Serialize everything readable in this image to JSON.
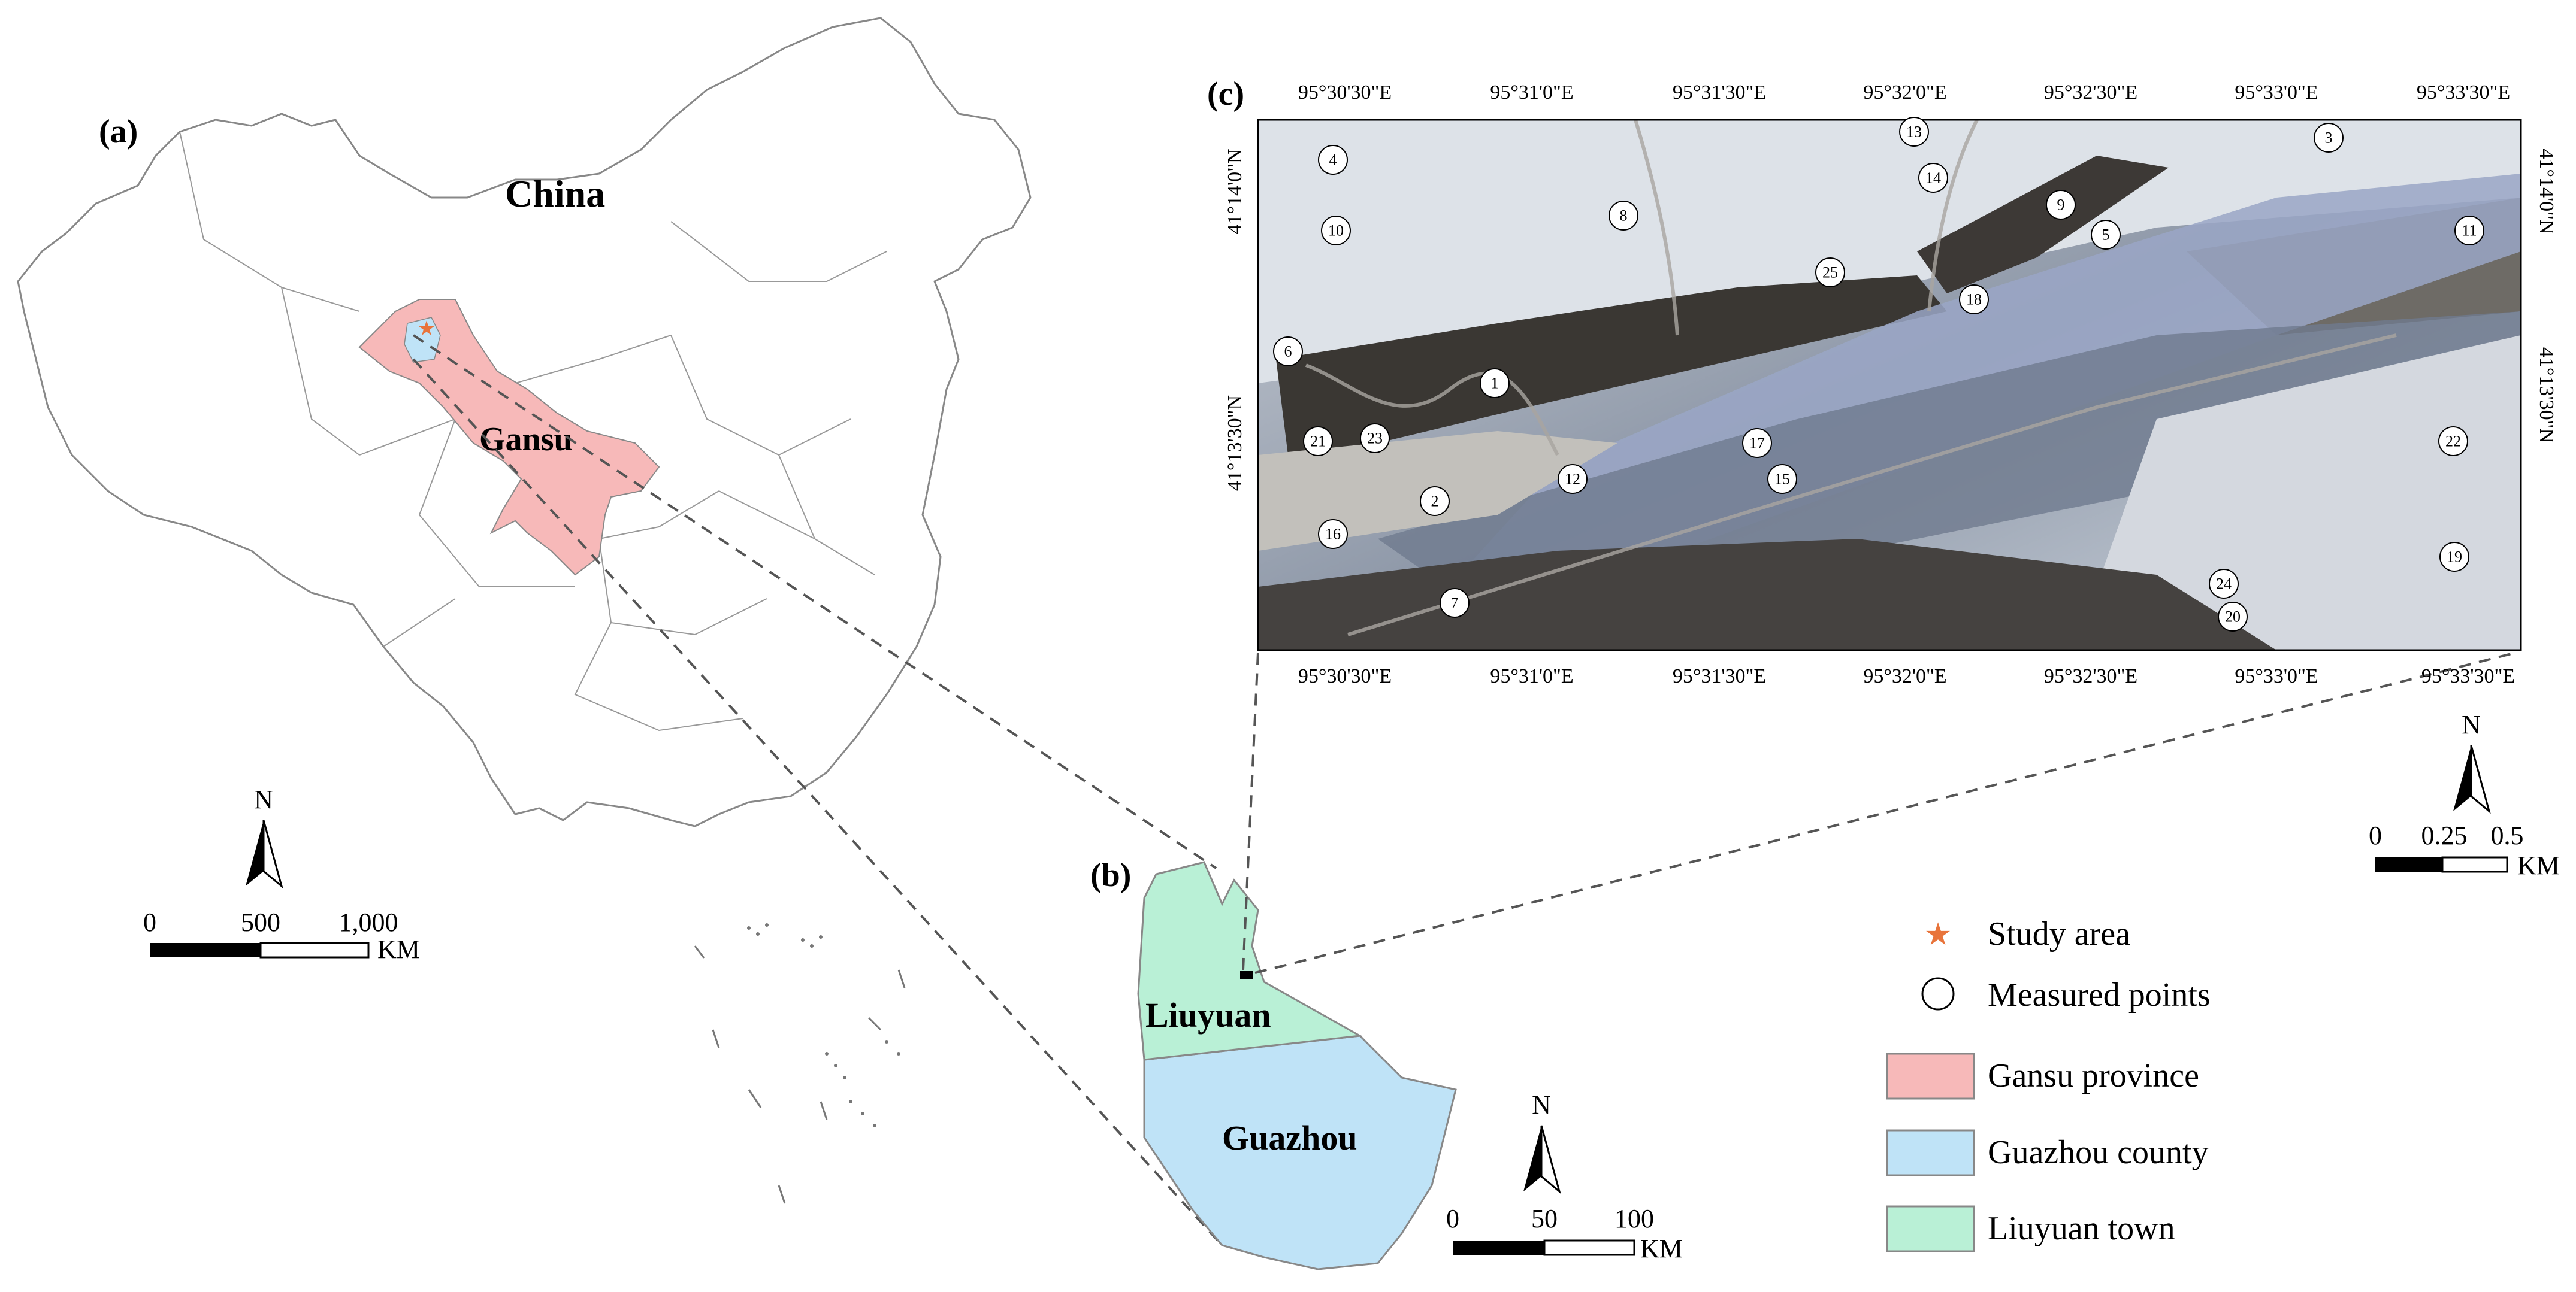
{
  "panels": {
    "a": {
      "tag": "(a)",
      "country_label": "China",
      "province_label": "Gansu",
      "scale": {
        "ticks": [
          "0",
          "500",
          "1,000"
        ],
        "unit": "KM"
      }
    },
    "b": {
      "tag": "(b)",
      "town_label": "Liuyuan",
      "county_label": "Guazhou",
      "scale": {
        "ticks": [
          "0",
          "50",
          "100"
        ],
        "unit": "KM"
      }
    },
    "c": {
      "tag": "(c)",
      "top_lon_labels": [
        "95°30'30\"E",
        "95°31'0\"E",
        "95°31'30\"E",
        "95°32'0\"E",
        "95°32'30\"E",
        "95°33'0\"E",
        "95°33'30\"E"
      ],
      "bottom_lon_labels": [
        "95°30'30\"E",
        "95°31'0\"E",
        "95°31'30\"E",
        "95°32'0\"E",
        "95°32'30\"E",
        "95°33'0\"E",
        "95°33'30\"E"
      ],
      "left_lat_labels": [
        "41°14'0\"N",
        "41°13'30\"N"
      ],
      "right_lat_labels": [
        "41°14'0\"N",
        "41°13'30\"N"
      ],
      "measured_points": [
        {
          "id": "1"
        },
        {
          "id": "2"
        },
        {
          "id": "3"
        },
        {
          "id": "4"
        },
        {
          "id": "5"
        },
        {
          "id": "6"
        },
        {
          "id": "7"
        },
        {
          "id": "8"
        },
        {
          "id": "9"
        },
        {
          "id": "10"
        },
        {
          "id": "11"
        },
        {
          "id": "12"
        },
        {
          "id": "13"
        },
        {
          "id": "14"
        },
        {
          "id": "15"
        },
        {
          "id": "16"
        },
        {
          "id": "17"
        },
        {
          "id": "18"
        },
        {
          "id": "19"
        },
        {
          "id": "20"
        },
        {
          "id": "21"
        },
        {
          "id": "22"
        },
        {
          "id": "23"
        },
        {
          "id": "24"
        },
        {
          "id": "25"
        }
      ],
      "scale": {
        "ticks": [
          "0",
          "0.25",
          "0.5"
        ],
        "unit": "KM"
      }
    }
  },
  "north_arrow_label": "N",
  "legend": [
    {
      "label": "Study area",
      "symbol": "star",
      "color": "#e8743b"
    },
    {
      "label": "Measured points",
      "symbol": "circle",
      "color": "#ffffff"
    },
    {
      "label": "Gansu province",
      "symbol": "box",
      "color": "#f7b9b9"
    },
    {
      "label": "Guazhou county",
      "symbol": "box",
      "color": "#bfe3f7"
    },
    {
      "label": "Liuyuan town",
      "symbol": "box",
      "color": "#b9f0d6"
    }
  ]
}
